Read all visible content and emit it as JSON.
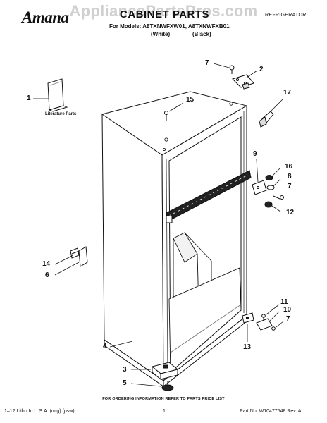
{
  "header": {
    "brand": "Amana",
    "title": "CABINET PARTS",
    "appliance_type": "REFRIGERATOR",
    "models_line": "For Models: A8TXNWFXW01, A8TXNWFXB01",
    "variant_white": "(White)",
    "variant_black": "(Black)",
    "watermark": "AppliancePartsPros.com"
  },
  "diagram": {
    "literature_label": "Literature Parts",
    "callouts": [
      "1",
      "2",
      "3",
      "4",
      "5",
      "6",
      "7",
      "7",
      "7",
      "8",
      "9",
      "10",
      "11",
      "12",
      "13",
      "14",
      "15",
      "16",
      "17"
    ]
  },
  "footer": {
    "ordering_info": "FOR ORDERING INFORMATION REFER TO PARTS PRICE LIST",
    "print_info": "1–12 Litho In U.S.A. (mlg) (psw)",
    "page_number": "1",
    "part_number": "Part No. W10477548 Rev. A"
  },
  "colors": {
    "ink": "#111111",
    "watermark": "#969696"
  }
}
